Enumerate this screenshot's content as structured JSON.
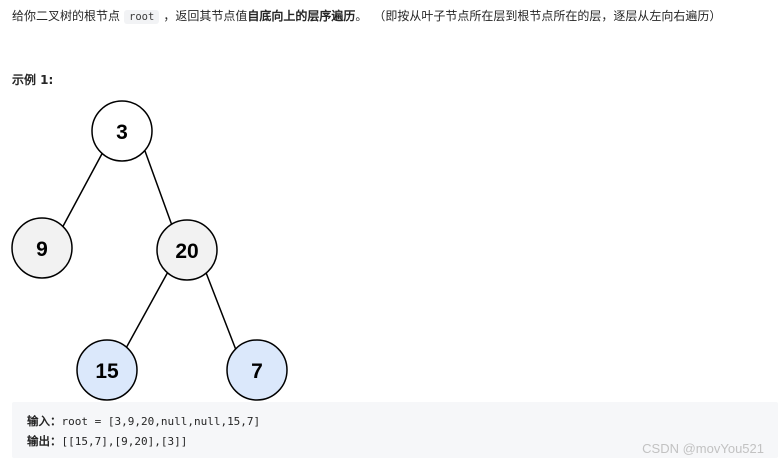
{
  "problem": {
    "text_prefix": "给你二叉树的根节点",
    "code_root": "root",
    "text_mid": "，返回其节点值",
    "bold_text": "自底向上的层序遍历",
    "text_after_bold": "。",
    "paren_text": "（即按从叶子节点所在层到根节点所在的层，逐层从左向右遍历）"
  },
  "example": {
    "title": "示例 1:",
    "tree": {
      "nodes": [
        {
          "id": "n3",
          "label": "3",
          "fill": "#ffffff"
        },
        {
          "id": "n9",
          "label": "9",
          "fill": "#f2f2f2"
        },
        {
          "id": "n20",
          "label": "20",
          "fill": "#f2f2f2"
        },
        {
          "id": "n15",
          "label": "15",
          "fill": "#dbe8fb"
        },
        {
          "id": "n7",
          "label": "7",
          "fill": "#dbe8fb"
        }
      ]
    },
    "input_label": "输入：",
    "input_value": "root = [3,9,20,null,null,15,7]",
    "output_label": "输出：",
    "output_value": "[[15,7],[9,20],[3]]"
  },
  "watermark": "CSDN @movYou521"
}
